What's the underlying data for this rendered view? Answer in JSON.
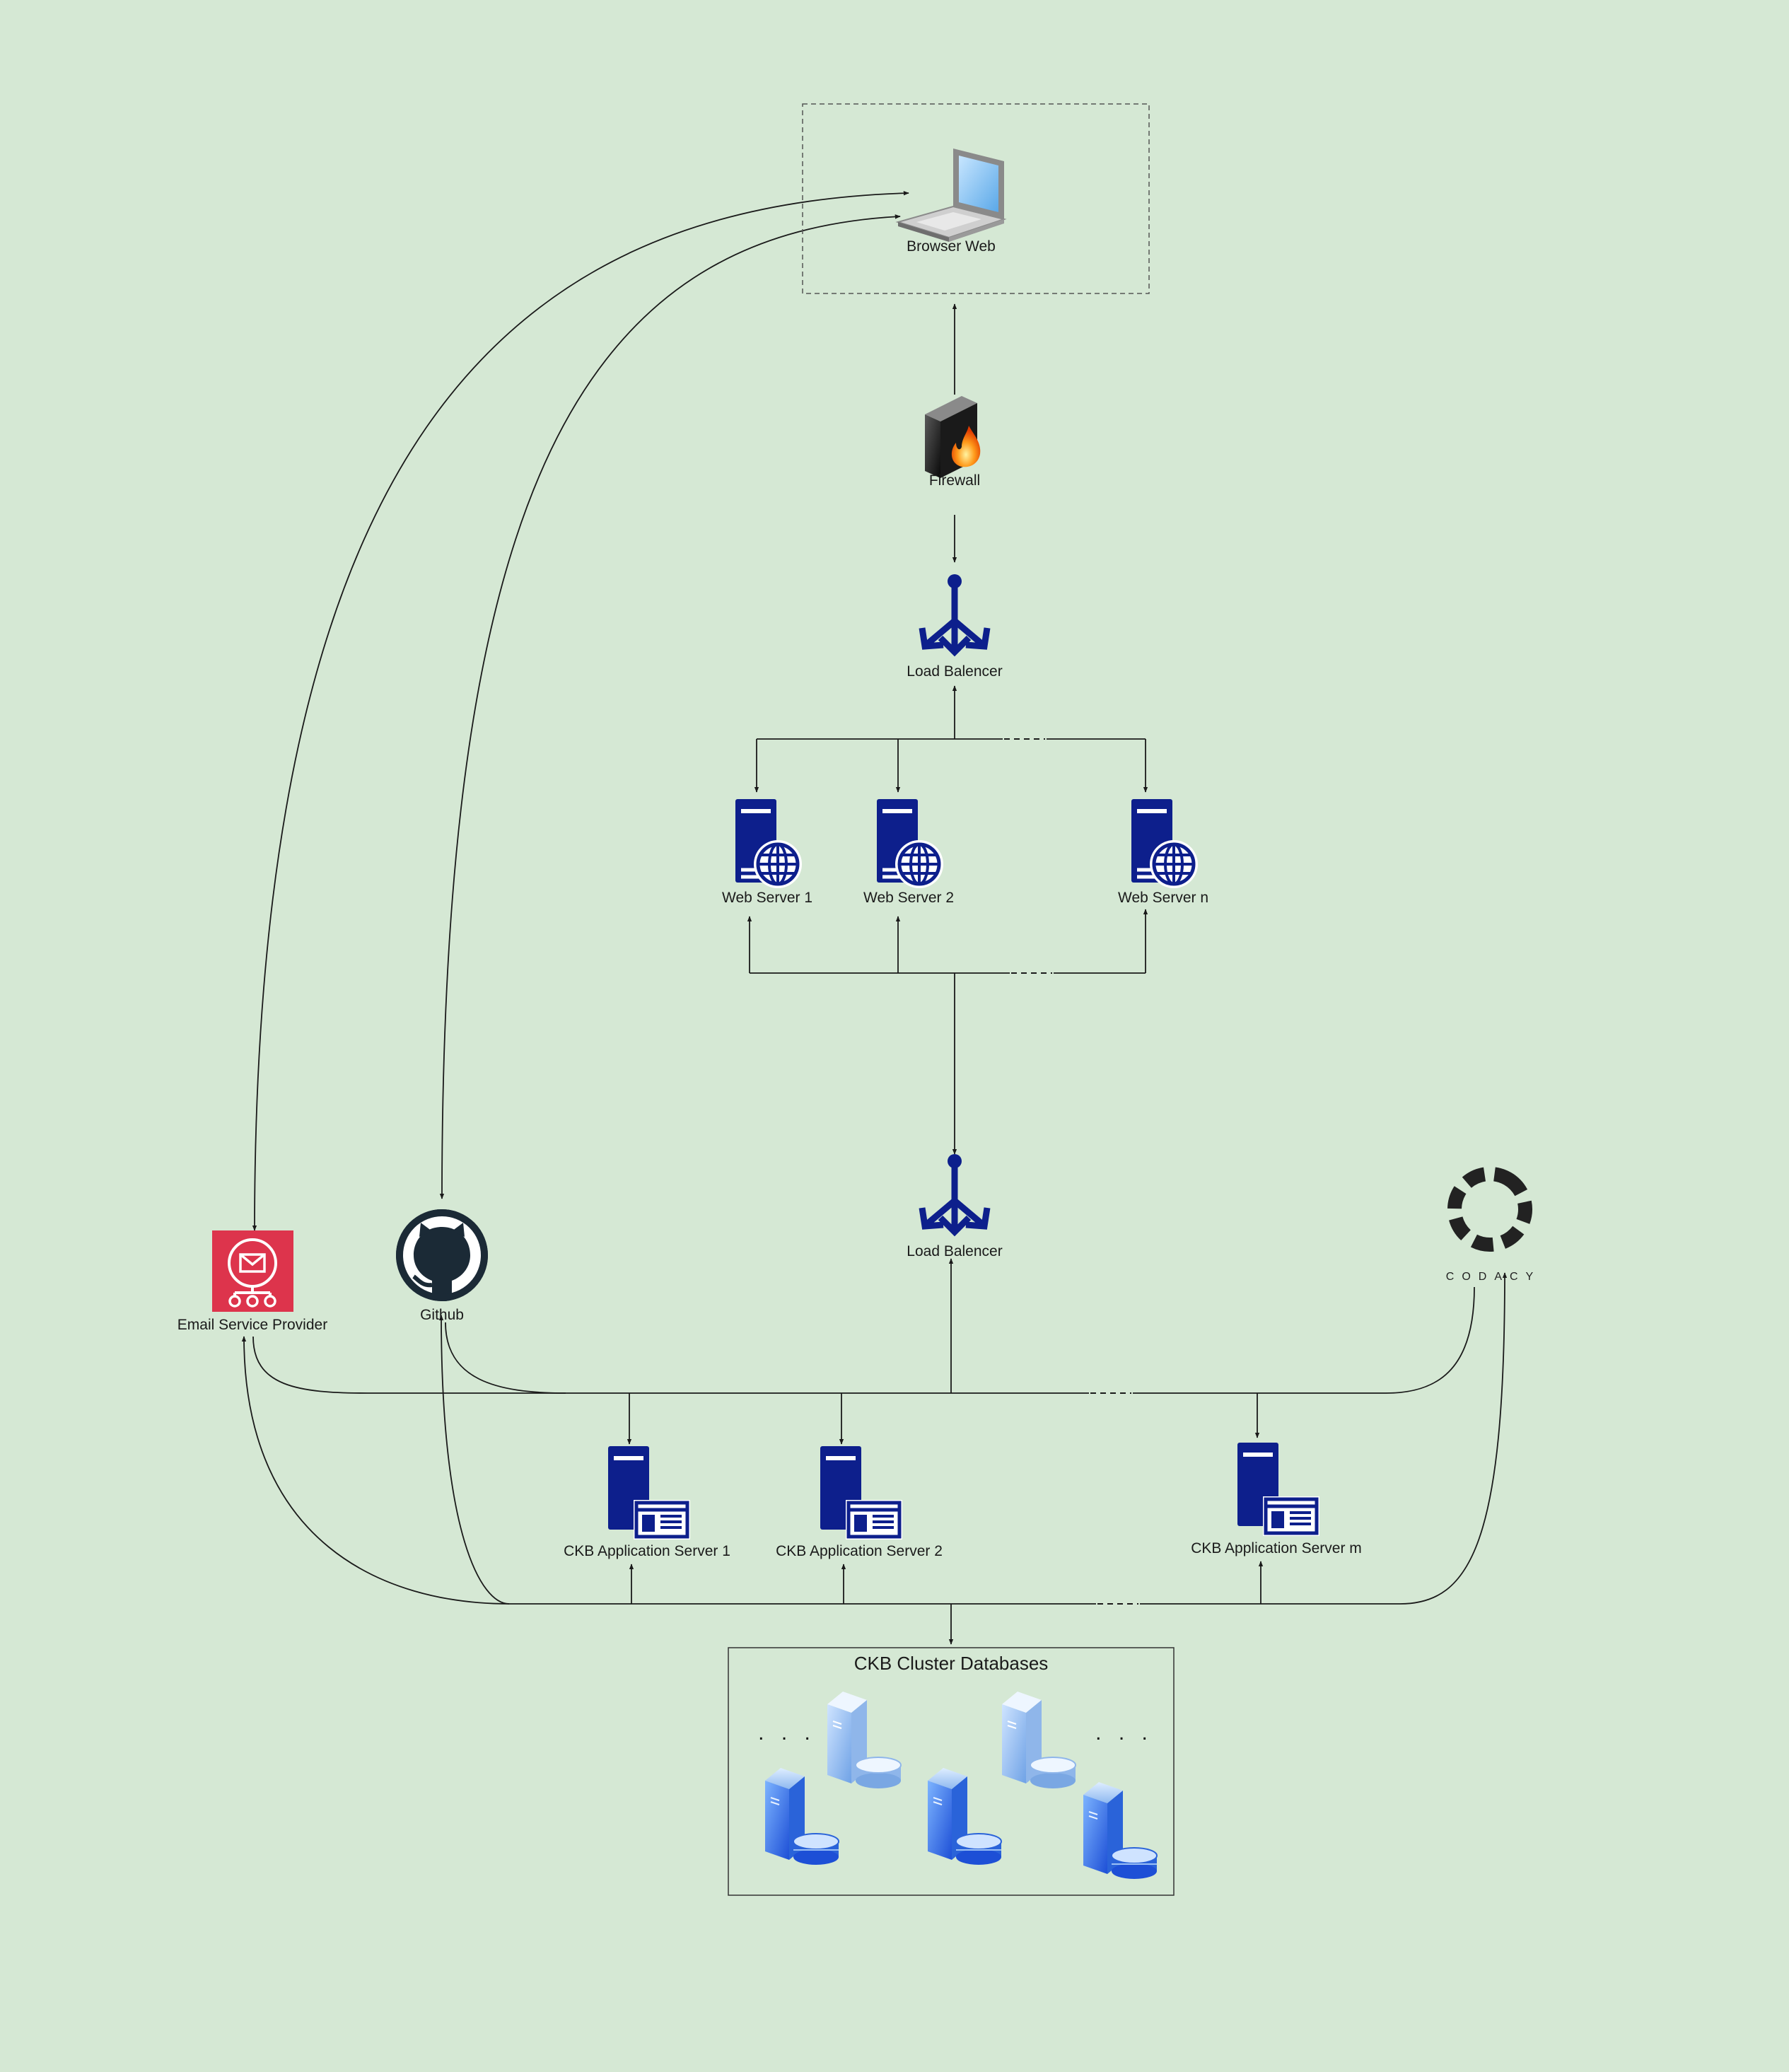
{
  "nodes": {
    "browser": {
      "label": "Browser Web"
    },
    "firewall": {
      "label": "Firewall"
    },
    "load_balancer_top": {
      "label": "Load Balencer"
    },
    "web_servers": [
      {
        "label": "Web Server 1"
      },
      {
        "label": "Web Server 2"
      },
      {
        "label": "Web Server n"
      }
    ],
    "load_balancer_mid": {
      "label": "Load Balencer"
    },
    "email": {
      "label": "Email Service Provider"
    },
    "github": {
      "label": "Github"
    },
    "codacy": {
      "label": "CODACY"
    },
    "app_servers": [
      {
        "label": "CKB Application Server 1"
      },
      {
        "label": "CKB Application Server 2"
      },
      {
        "label": "CKB Application Server m"
      }
    ],
    "databases": {
      "label": "CKB Cluster Databases",
      "ellipsis": ". . ."
    }
  },
  "colors": {
    "background": "#d5e8d4",
    "server_navy": "#0d1f8c",
    "email_red": "#dd344c",
    "github_dark": "#1b2a36",
    "codacy_dark": "#222222"
  }
}
